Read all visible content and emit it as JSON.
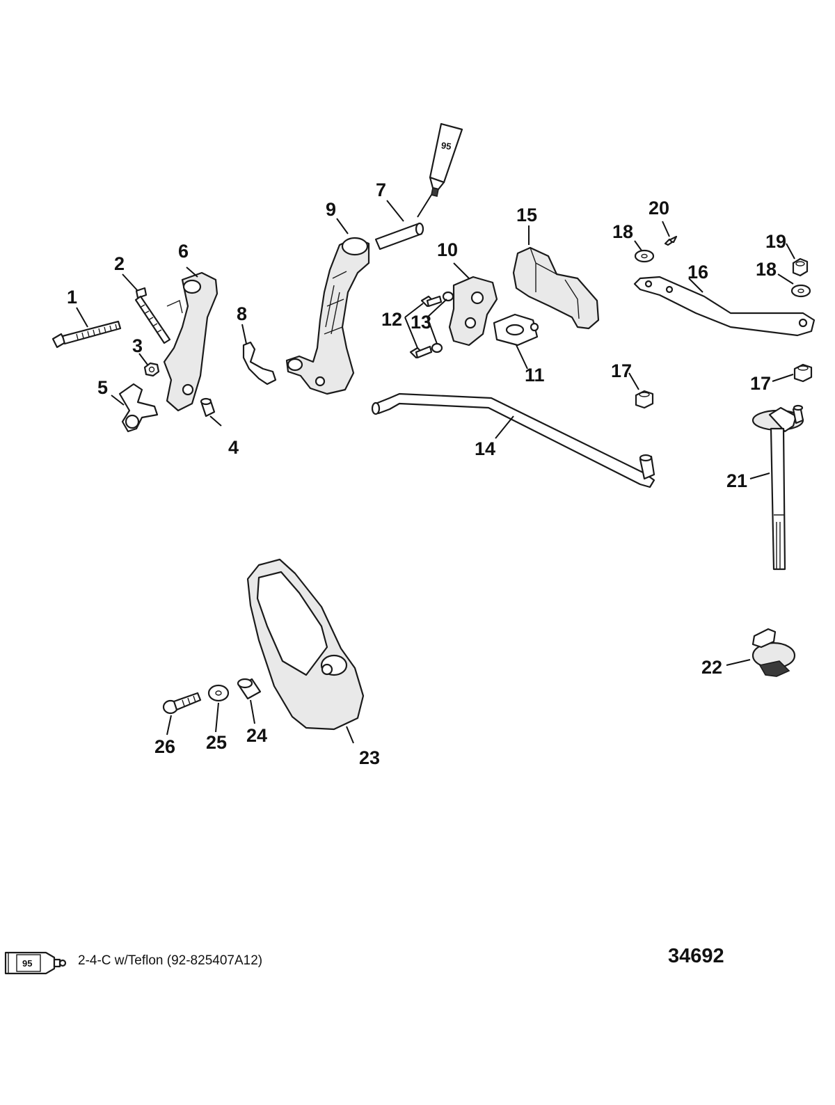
{
  "callouts": {
    "c1": "1",
    "c2": "2",
    "c3": "3",
    "c4": "4",
    "c5": "5",
    "c6": "6",
    "c7": "7",
    "c8": "8",
    "c9": "9",
    "c10": "10",
    "c11": "11",
    "c12": "12",
    "c13": "13",
    "c14": "14",
    "c15": "15",
    "c16": "16",
    "c17a": "17",
    "c17b": "17",
    "c18a": "18",
    "c18b": "18",
    "c19": "19",
    "c20": "20",
    "c21": "21",
    "c22": "22",
    "c23": "23",
    "c24": "24",
    "c25": "25",
    "c26": "26"
  },
  "sealant": {
    "tube_label": "95",
    "legend_tube_label": "95",
    "legend_text": "2-4-C w/Teflon (92-825407A12)"
  },
  "diagram_number": "34692"
}
